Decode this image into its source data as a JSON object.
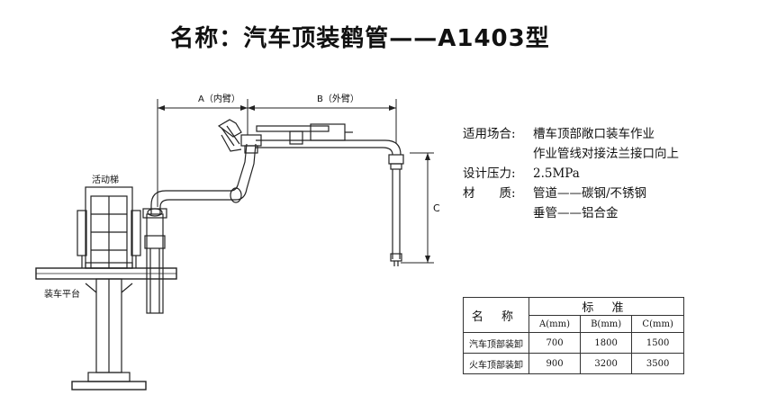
{
  "title": "名称：汽车顶装鹤管——A1403型",
  "labels": {
    "dim_a": "A（内臂）",
    "dim_b": "B（外臂）",
    "dim_c": "C",
    "ladder": "活动梯",
    "platform": "装车平台"
  },
  "specs": [
    {
      "key": "适用场合:",
      "value": "槽车顶部敞口装车作业"
    },
    {
      "key": "",
      "value": "作业管线对接法兰接口向上"
    },
    {
      "key": "设计压力:",
      "value": "2.5MPa"
    },
    {
      "key": "材　　质:",
      "value": "管道——碳钢/不锈钢"
    },
    {
      "key": "",
      "value": "垂管——铝合金"
    }
  ],
  "table": {
    "name_header": "名 称",
    "group_header": "标 准",
    "columns": [
      "A(mm)",
      "B(mm)",
      "C(mm)"
    ],
    "rows": [
      {
        "name": "汽车顶部装卸",
        "values": [
          "700",
          "1800",
          "1500"
        ]
      },
      {
        "name": "火车顶部装卸",
        "values": [
          "900",
          "3200",
          "3500"
        ]
      }
    ]
  }
}
